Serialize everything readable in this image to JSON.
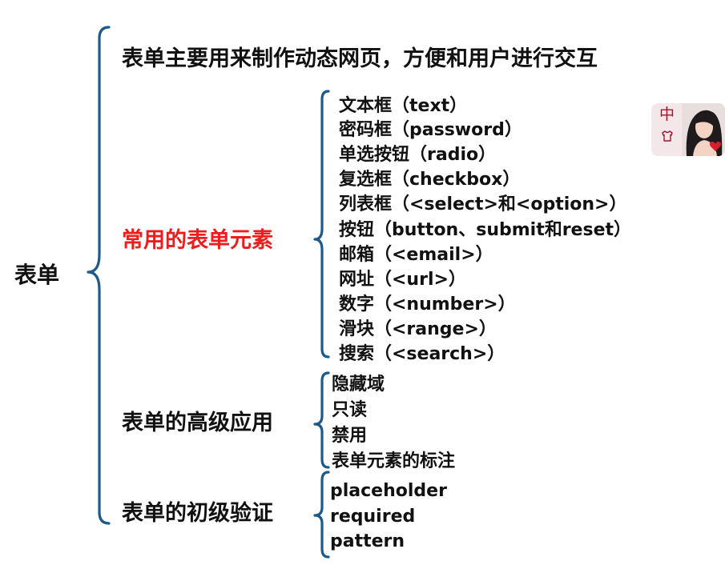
{
  "root_label": "表单",
  "branches": [
    {
      "label": "表单主要用来制作动态网页，方便和用户进行交互",
      "color": "#111111",
      "items": []
    },
    {
      "label": "常用的表单元素",
      "color": "#ee1c1c",
      "items": [
        "文本框（text）",
        "密码框（password）",
        "单选按钮（radio）",
        "复选框（checkbox）",
        "列表框（<select>和<option>）",
        "按钮（button、submit和reset）",
        "邮箱（<email>）",
        "网址（<url>）",
        "数字（<number>）",
        "滑块（<range>）",
        "搜索（<search>）"
      ]
    },
    {
      "label": "表单的高级应用",
      "color": "#111111",
      "items": [
        "隐藏域",
        "只读",
        "禁用",
        "表单元素的标注"
      ]
    },
    {
      "label": "表单的初级验证",
      "color": "#111111",
      "items": [
        "placeholder",
        "required",
        "pattern"
      ]
    }
  ],
  "overlay": {
    "char": "中",
    "shirt_icon": "shirt-icon",
    "avatar_icon": "avatar-photo",
    "heart_icon": "heart-icon"
  },
  "colors": {
    "brace": "#1d5a8a",
    "highlight": "#ee1c1c"
  }
}
